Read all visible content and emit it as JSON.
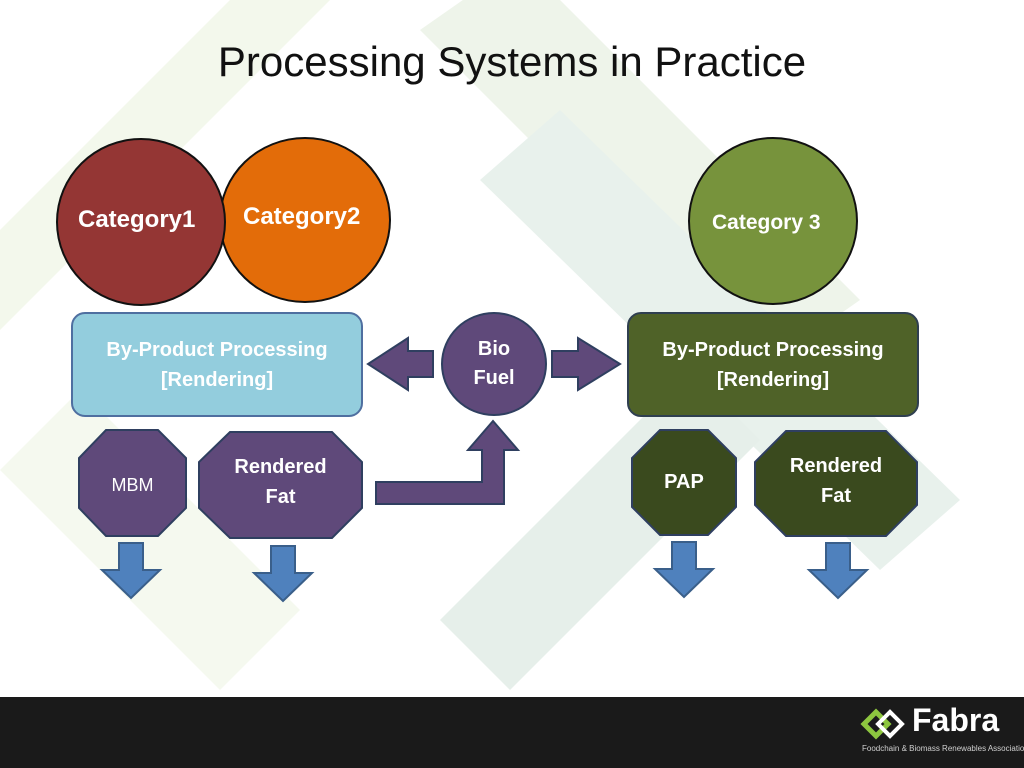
{
  "title": "Processing Systems in Practice",
  "circles": {
    "category1": "Category1",
    "category2": "Category2",
    "category3": "Category 3",
    "biofuel_line1": "Bio",
    "biofuel_line2": "Fuel"
  },
  "boxes": {
    "left_line1": "By-Product Processing",
    "left_line2": "[Rendering]",
    "right_line1": "By-Product Processing",
    "right_line2": "[Rendering]"
  },
  "octagons": {
    "mbm": "MBM",
    "rendered_fat_left_line1": "Rendered",
    "rendered_fat_left_line2": "Fat",
    "pap": "PAP",
    "rendered_fat_right_line1": "Rendered",
    "rendered_fat_right_line2": "Fat"
  },
  "footer": {
    "brand": "Fabra",
    "tagline": "Foodchain & Biomass Renewables Association"
  },
  "colors": {
    "category1": "#943634",
    "category2": "#e36c09",
    "category3": "#77933c",
    "light_box": "#93cddd",
    "dark_green_box": "#4f6228",
    "purple": "#5f497a",
    "dark_green_octagon": "#3a4a1e",
    "blue_arrow": "#4f81bd"
  }
}
